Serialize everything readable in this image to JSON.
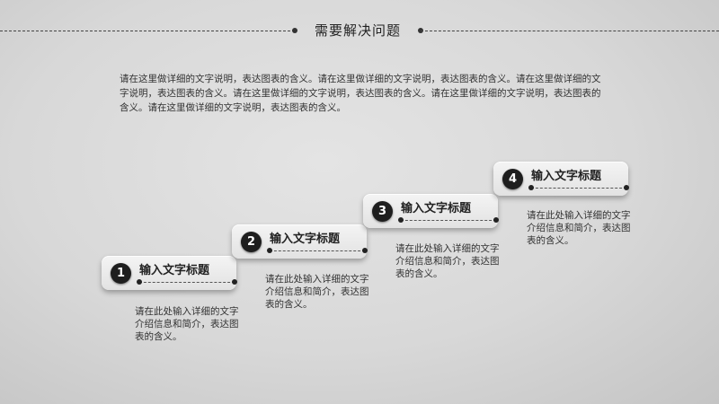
{
  "page": {
    "title": "需要解决问题",
    "intro": "请在这里做详细的文字说明，表达图表的含义。请在这里做详细的文字说明，表达图表的含义。请在这里做详细的文字说明，表达图表的含义。请在这里做详细的文字说明，表达图表的含义。请在这里做详细的文字说明，表达图表的含义。请在这里做详细的文字说明，表达图表的含义。"
  },
  "steps": [
    {
      "number": "1",
      "title": "输入文字标题",
      "desc": "请在此处输入详细的文字介绍信息和简介，表达图表的含义。"
    },
    {
      "number": "2",
      "title": "输入文字标题",
      "desc": "请在此处输入详细的文字介绍信息和简介，表达图表的含义。"
    },
    {
      "number": "3",
      "title": "输入文字标题",
      "desc": "请在此处输入详细的文字介绍信息和简介，表达图表的含义。"
    },
    {
      "number": "4",
      "title": "输入文字标题",
      "desc": "请在此处输入详细的文字介绍信息和简介，表达图表的含义。"
    }
  ],
  "colors": {
    "accent": "#1e1e1e",
    "text": "#333333",
    "card": "#ececec"
  }
}
